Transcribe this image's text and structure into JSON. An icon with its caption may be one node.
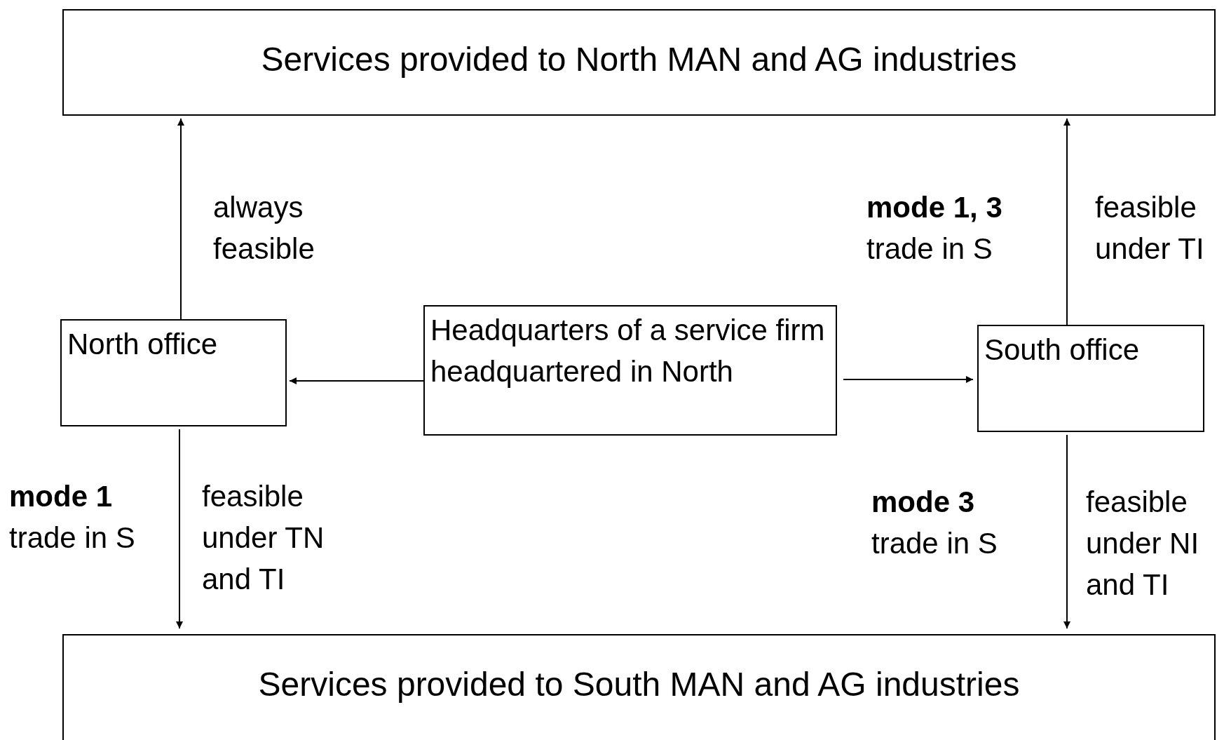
{
  "diagram": {
    "nodes": [
      {
        "text": [
          "Services provided to North MAN and AG industries"
        ]
      },
      {
        "text": [
          "North office"
        ]
      },
      {
        "text": [
          "Headquarters of a  service firm headquartered in North"
        ]
      },
      {
        "text": [
          "South office"
        ]
      },
      {
        "text": [
          "Services provided to South MAN and AG industries"
        ]
      }
    ],
    "edges": [
      {
        "from": 2,
        "to": 1,
        "arrow": "to"
      },
      {
        "from": 2,
        "to": 3,
        "arrow": "to"
      },
      {
        "from": 1,
        "to": 0,
        "arrow": "to"
      },
      {
        "from": 1,
        "to": 4,
        "arrow": "to"
      },
      {
        "from": 3,
        "to": 0,
        "arrow": "to"
      },
      {
        "from": 3,
        "to": 4,
        "arrow": "to"
      }
    ],
    "labels": [
      "always feasible",
      "**mode 1, 3** trade in S",
      "feasible under TI",
      "**mode 1** trade in S",
      "feasible under TN and TI",
      "**mode 3** trade in S",
      "feasible under NI and TI"
    ]
  }
}
